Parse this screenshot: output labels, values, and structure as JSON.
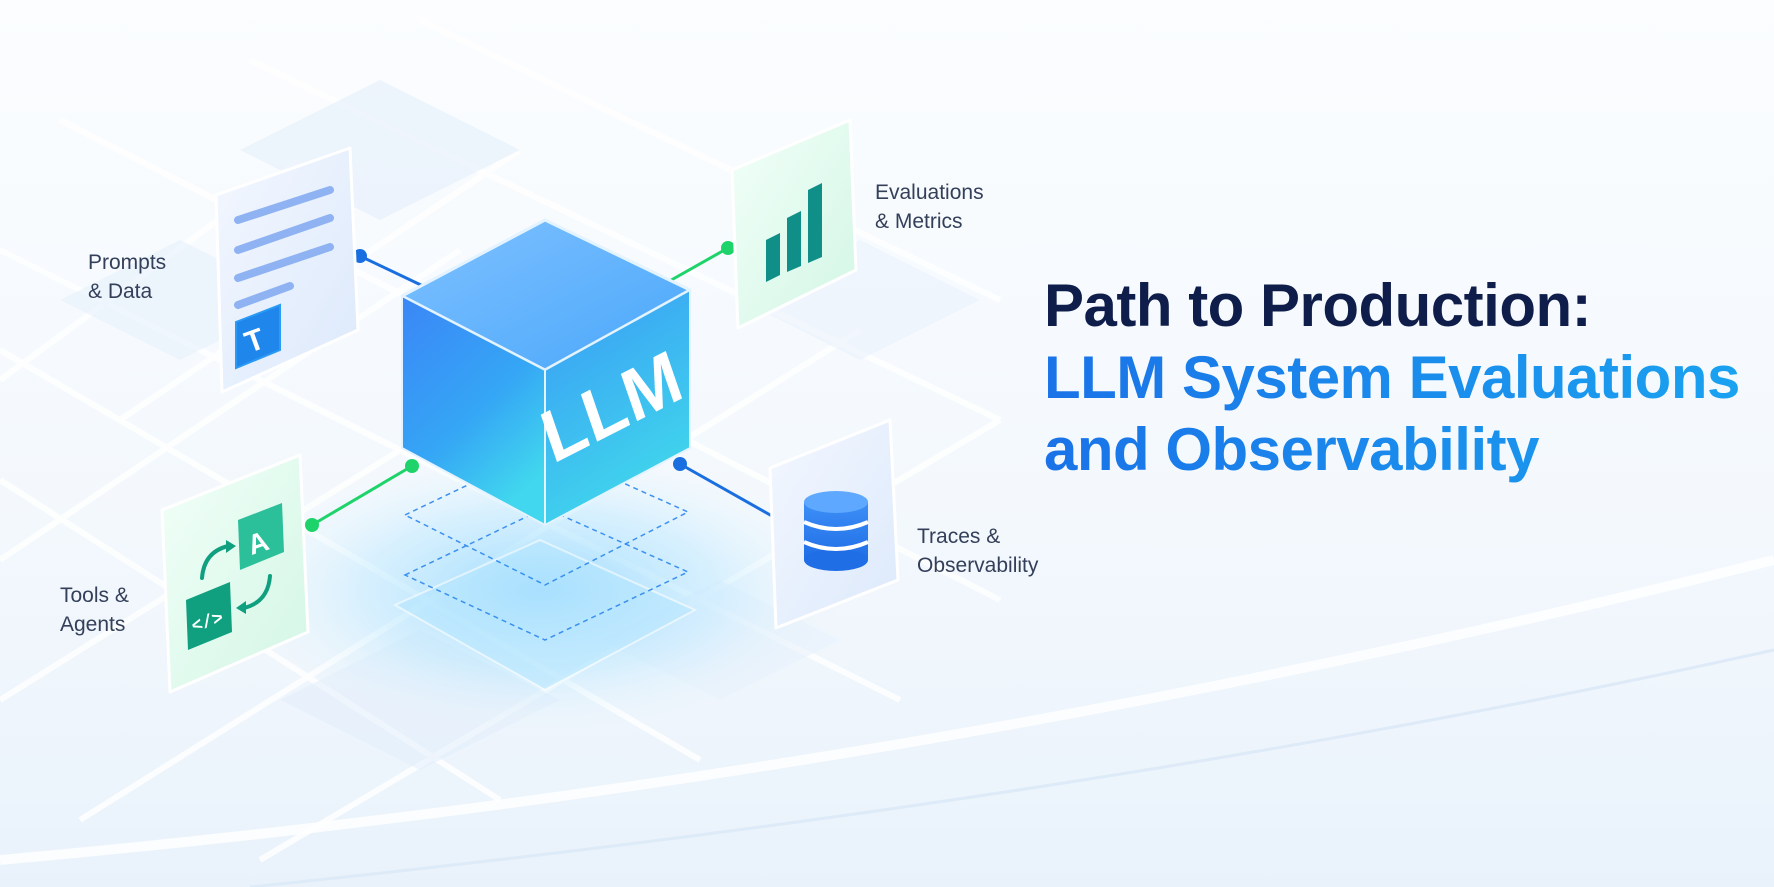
{
  "headline": {
    "line1": "Path to Production:",
    "line2": "LLM System Evaluations",
    "line3": "and Observability"
  },
  "cube_label": "LLM",
  "nodes": {
    "prompts": {
      "line1": "Prompts",
      "line2": "& Data",
      "icon": "document-icon",
      "badge": "T"
    },
    "evaluations": {
      "line1": "Evaluations",
      "line2": "& Metrics",
      "icon": "bar-chart-icon"
    },
    "tools": {
      "line1": "Tools &",
      "line2": "Agents",
      "icon": "agent-tools-icon",
      "badge": "A",
      "code_glyph": "</>"
    },
    "traces": {
      "line1": "Traces &",
      "line2": "Observability",
      "icon": "database-icon"
    }
  },
  "colors": {
    "title_dark": "#0f1d4a",
    "title_blue": "#1e88ee",
    "cube_blue": "#2f86f5",
    "connector_blue": "#1a6fe0",
    "connector_green": "#1fd36b",
    "label_text": "#34405a"
  }
}
